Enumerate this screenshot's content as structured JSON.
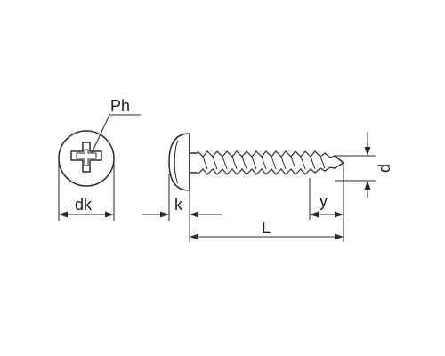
{
  "figure": {
    "type": "technical-drawing",
    "subject": "pan-head-phillips-self-tapping-screw",
    "labels": {
      "drive": "Ph",
      "head_diameter": "dk",
      "head_height": "k",
      "length": "L",
      "tip_length": "y",
      "thread_diameter": "d"
    },
    "line_color": "#2a2a2a",
    "background": "#ffffff"
  }
}
